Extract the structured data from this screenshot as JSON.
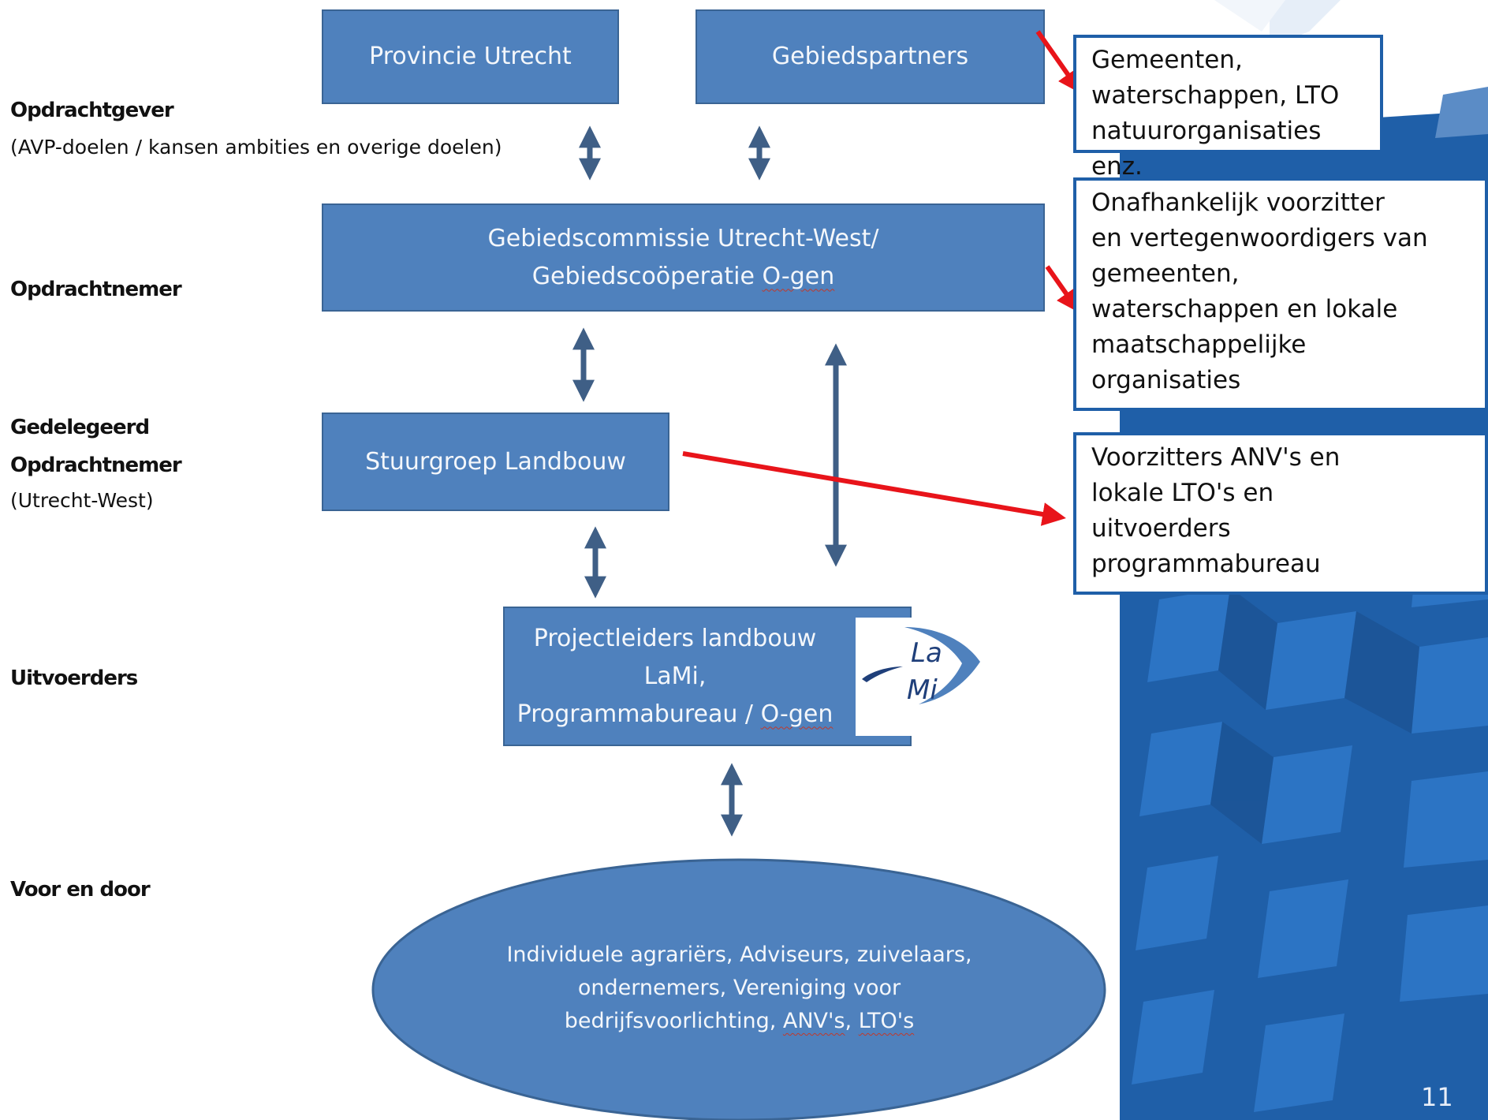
{
  "levels": {
    "opdrachtgever": "Opdrachtgever",
    "opdrachtgever_sub": "(AVP-doelen / kansen ambities en overige doelen)",
    "opdrachtnemer": "Opdrachtnemer",
    "gedelegeerd_1": "Gedelegeerd",
    "gedelegeerd_2": "Opdrachtnemer",
    "gedelegeerd_sub": "(Utrecht-West)",
    "uitvoerders": "Uitvoerders",
    "voor_en_door": "Voor en door"
  },
  "boxes": {
    "provincie": "Provincie Utrecht",
    "gebiedspartners": "Gebiedspartners",
    "gebiedscommissie_line1": "Gebiedscommissie Utrecht-West/",
    "gebiedscommissie_line2a": "Gebiedscoöperatie ",
    "gebiedscommissie_line2b": "O-gen",
    "stuurgroep": "Stuurgroep Landbouw",
    "projectleiders_line1": "Projectleiders landbouw",
    "projectleiders_line2": "LaMi,",
    "projectleiders_line3a": "Programmabureau / ",
    "projectleiders_line3b": "O-gen"
  },
  "ellipse": {
    "line1": "Individuele agrariërs, Adviseurs, zuivelaars,",
    "line2": "ondernemers, Vereniging voor",
    "line3a": "bedrijfsvoorlichting, ",
    "line3b": "ANV's",
    "line3c": ", ",
    "line3d": "LTO's"
  },
  "logo": {
    "top": "La",
    "bottom": "Mi"
  },
  "notes": {
    "note1": [
      "Gemeenten,",
      "waterschappen, LTO",
      "natuurorganisaties enz."
    ],
    "note2": [
      "Onafhankelijk voorzitter",
      "en vertegenwoordigers van",
      "gemeenten,",
      "waterschappen en lokale",
      "maatschappelijke",
      "organisaties"
    ],
    "note3": [
      "Voorzitters ANV's en",
      "lokale LTO's en",
      "uitvoerders",
      "programmabureau"
    ]
  },
  "page_number": "11",
  "colors": {
    "box_fill": "#4f81bd",
    "background_blue": "#1f5fa8",
    "arrow_red": "#e8141a",
    "connector": "#3f5f86"
  }
}
